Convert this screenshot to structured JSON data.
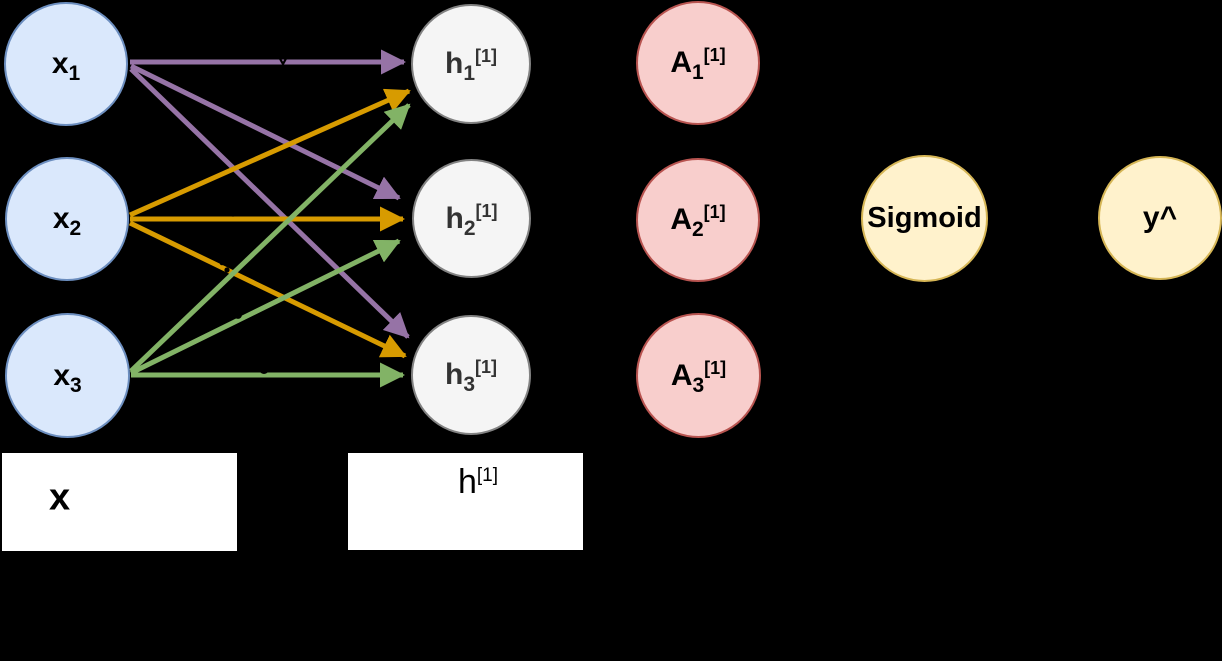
{
  "diagram_title": "neural-network-forward-pass",
  "colors": {
    "bg": "#000000",
    "arrow-purple": "#9673a6",
    "arrow-orange": "#d79b00",
    "arrow-green": "#82b366",
    "blue-fill": "#dae8fc",
    "blue-border": "#6c8ebf",
    "gray-fill": "#f5f5f5",
    "gray-border": "#828282",
    "red-fill": "#f8cecc",
    "red-border": "#b85450",
    "yellow-fill": "#fff2cc",
    "yellow-border": "#d6b656",
    "box-bg": "#ffffff",
    "text-dark": "#000000",
    "text-gray": "#333333"
  },
  "nodes": {
    "x1": {
      "base": "x",
      "sub": "1",
      "sup": ""
    },
    "x2": {
      "base": "x",
      "sub": "2",
      "sup": ""
    },
    "x3": {
      "base": "x",
      "sub": "3",
      "sup": ""
    },
    "h1": {
      "base": "h",
      "sub": "1",
      "sup": "[1]"
    },
    "h2": {
      "base": "h",
      "sub": "2",
      "sup": "[1]"
    },
    "h3": {
      "base": "h",
      "sub": "3",
      "sup": "[1]"
    },
    "a1": {
      "base": "A",
      "sub": "1",
      "sup": "[1]"
    },
    "a2": {
      "base": "A",
      "sub": "2",
      "sup": "[1]"
    },
    "a3": {
      "base": "A",
      "sub": "3",
      "sup": "[1]"
    },
    "sigmoid": {
      "label": "Sigmoid"
    },
    "yhat": {
      "label": "y^"
    }
  },
  "layer_labels": {
    "input_box": {
      "base": "x",
      "sup": ""
    },
    "hidden_box": {
      "base": "h",
      "sup": "[1]"
    }
  },
  "connections": [
    {
      "from": "x1",
      "to": "h1",
      "color": "purple"
    },
    {
      "from": "x1",
      "to": "h2",
      "color": "purple"
    },
    {
      "from": "x1",
      "to": "h3",
      "color": "purple"
    },
    {
      "from": "x2",
      "to": "h1",
      "color": "orange"
    },
    {
      "from": "x2",
      "to": "h2",
      "color": "orange"
    },
    {
      "from": "x2",
      "to": "h3",
      "color": "orange"
    },
    {
      "from": "x3",
      "to": "h1",
      "color": "green"
    },
    {
      "from": "x3",
      "to": "h2",
      "color": "green"
    },
    {
      "from": "x3",
      "to": "h3",
      "color": "green"
    }
  ]
}
